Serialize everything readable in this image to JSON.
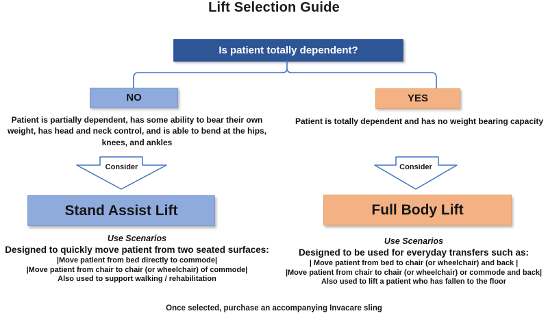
{
  "title": "Lift Selection Guide",
  "question": {
    "label": "Is patient totally dependent?"
  },
  "branches": {
    "no": {
      "label": "NO",
      "description": "Patient is partially dependent, has some ability to bear their own weight, has head and neck control, and is able to bend at the hips, knees, and ankles",
      "consider_label": "Consider",
      "result": "Stand Assist Lift",
      "scenarios_title": "Use Scenarios",
      "scenarios_heading": "Designed to quickly move patient from two seated surfaces:",
      "scenarios": [
        "|Move patient from bed directly to commode|",
        "|Move patient from chair to chair (or wheelchair) of commode|",
        "Also used to support walking / rehabilitation"
      ]
    },
    "yes": {
      "label": "YES",
      "description": "Patient is totally dependent and has no weight bearing capacity",
      "consider_label": "Consider",
      "result": "Full Body Lift",
      "scenarios_title": "Use Scenarios",
      "scenarios_heading": "Designed to be used for everyday transfers such as:",
      "scenarios": [
        "| Move patient from bed to chair (or wheelchair) and back |",
        "|Move patient from chair to chair (or wheelchair) or commode and back|",
        "Also used to lift a patient who has fallen to the floor"
      ]
    }
  },
  "footer": {
    "note": "Once selected, purchase an accompanying Invacare sling"
  },
  "colors": {
    "question_fill": "#2E5697",
    "no_fill": "#8FAADC",
    "yes_fill": "#F4B183",
    "connector": "#4472C4",
    "arrow_outline": "#4472C4",
    "text": "#111111",
    "question_text": "#FFFFFF"
  }
}
